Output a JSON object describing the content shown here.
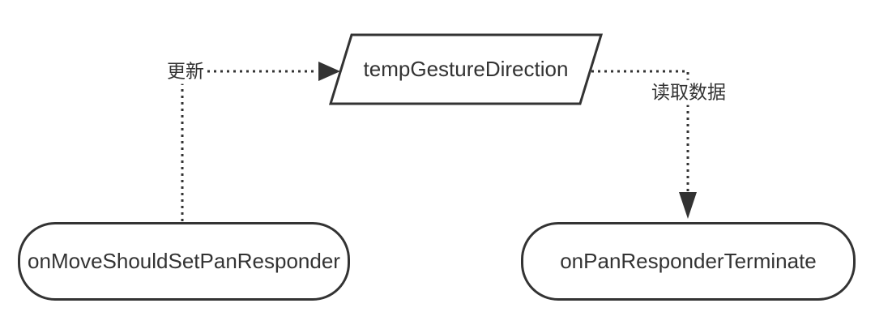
{
  "diagram": {
    "type": "flow-diagram",
    "background_color": "#ffffff",
    "stroke_color": "#333333",
    "text_color": "#333333",
    "nodes": {
      "tempGestureDirection": {
        "label": "tempGestureDirection",
        "shape": "parallelogram"
      },
      "onMoveShouldSetPanResponder": {
        "label": "onMoveShouldSetPanResponder",
        "shape": "rounded-rectangle"
      },
      "onPanResponderTerminate": {
        "label": "onPanResponderTerminate",
        "shape": "rounded-rectangle"
      }
    },
    "edges": {
      "update": {
        "label": "更新",
        "from": "onMoveShouldSetPanResponder",
        "to": "tempGestureDirection",
        "style": "dotted-arrow"
      },
      "readData": {
        "label": "读取数据",
        "from": "tempGestureDirection",
        "to": "onPanResponderTerminate",
        "style": "dotted-arrow"
      }
    }
  }
}
